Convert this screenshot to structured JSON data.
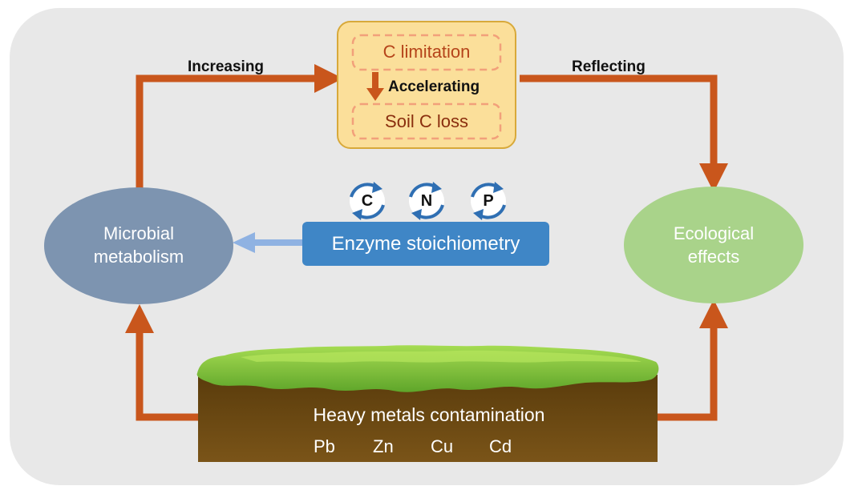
{
  "colors": {
    "background_panel": "#e8e8e8",
    "arrow_orange": "#c9561c",
    "arrow_light_blue": "#8fb2e2",
    "limitation_box": "#fbdf9a",
    "limitation_border": "#d8a93a",
    "limitation_text": "#b5441a",
    "microbial_ellipse": "#7d94b0",
    "ecological_ellipse": "#a9d38a",
    "enzyme_box": "#3f86c6",
    "soil_brown": "#6b4a12",
    "grass_green": "#8ccb3e",
    "cycle_arrow_blue": "#2f6fb3"
  },
  "labels": {
    "increasing": "Increasing",
    "reflecting": "Reflecting",
    "accelerating": "Accelerating"
  },
  "limitation_box": {
    "c_limitation": "C limitation",
    "soil_c_loss": "Soil C loss"
  },
  "nodes": {
    "microbial_line1": "Microbial",
    "microbial_line2": "metabolism",
    "ecological_line1": "Ecological",
    "ecological_line2": "effects",
    "enzyme": "Enzyme stoichiometry"
  },
  "elements": [
    {
      "symbol": "C"
    },
    {
      "symbol": "N"
    },
    {
      "symbol": "P"
    }
  ],
  "soil": {
    "title": "Heavy metals contamination",
    "metals": [
      "Pb",
      "Zn",
      "Cu",
      "Cd"
    ]
  }
}
